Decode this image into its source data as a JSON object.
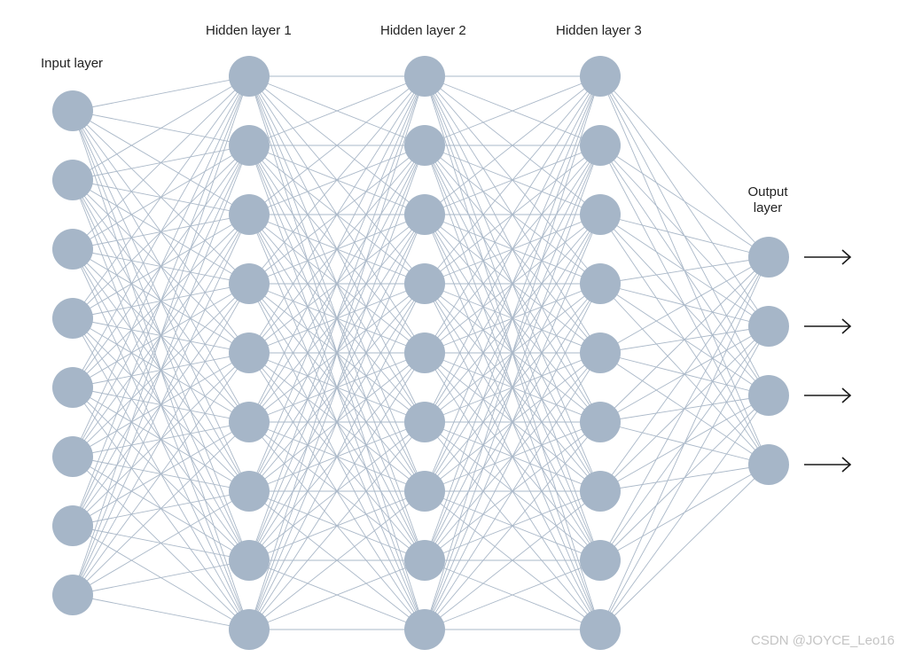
{
  "labels": {
    "input": "Input layer",
    "hidden1": "Hidden layer 1",
    "hidden2": "Hidden layer 2",
    "hidden3": "Hidden layer 3",
    "output_line1": "Output",
    "output_line2": "layer"
  },
  "network": {
    "layers": [
      {
        "id": "input",
        "neurons": 8
      },
      {
        "id": "hidden1",
        "neurons": 9
      },
      {
        "id": "hidden2",
        "neurons": 9
      },
      {
        "id": "hidden3",
        "neurons": 9
      },
      {
        "id": "output",
        "neurons": 4
      }
    ],
    "output_arrows": true
  },
  "colors": {
    "node_fill": "#a6b6c8",
    "edge_stroke": "#aab8c8",
    "arrow": "#1a1a1a"
  },
  "watermark": "CSDN @JOYCE_Leo16"
}
